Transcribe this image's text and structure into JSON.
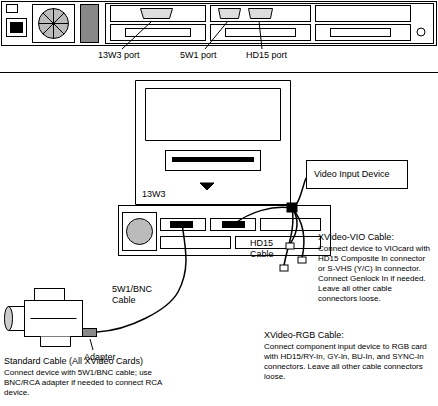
{
  "diagram": {
    "nodes": [
      {
        "text": [
          "Video Input Device"
        ]
      }
    ],
    "labels": [
      "13W3 port",
      "5W1 port",
      "HD15 port",
      "13W3",
      "HD15 Cable",
      "5W1/BNC Cable",
      "Adapter",
      "Standard Cable (All XVideo Cards)",
      "Connect device with 5W1/BNC cable; use BNC/RCA adapter if needed to connect RCA device.",
      "XVideo-VIO Cable:",
      "Connect device to VIOcard with HD15 Composite In connector or S-VHS (Y/C) In connector. Connect Genlock In if needed. Leave all other cable connectors loose.",
      "XVideo-RGB Cable:",
      "Connect component input device to RGB card with HD15/RY-In, GY-In, BU-In, and SYNC-In connectors. Leave all other cable connectors loose."
    ]
  }
}
